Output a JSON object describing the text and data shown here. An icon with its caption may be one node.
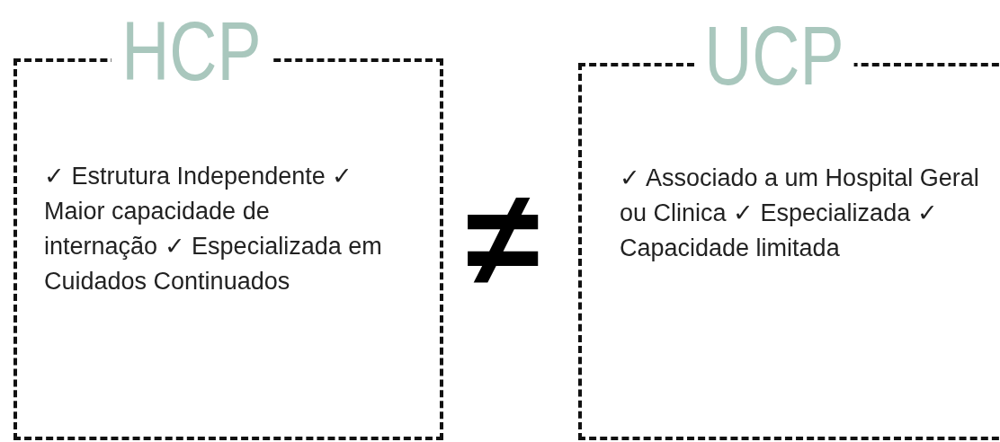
{
  "diagram": {
    "nodes": [
      {
        "text": [
          "HCP",
          "✓ Estrutura Independente ✓ Maior capacidade de internação ✓ Especializada em Cuidados Continuados"
        ]
      },
      {
        "text": [
          "UCP",
          "✓ Associado a um Hospital Geral ou Clinica ✓ Especializada ✓ Capacidade limitada"
        ]
      }
    ],
    "labels": [
      "≠"
    ]
  }
}
